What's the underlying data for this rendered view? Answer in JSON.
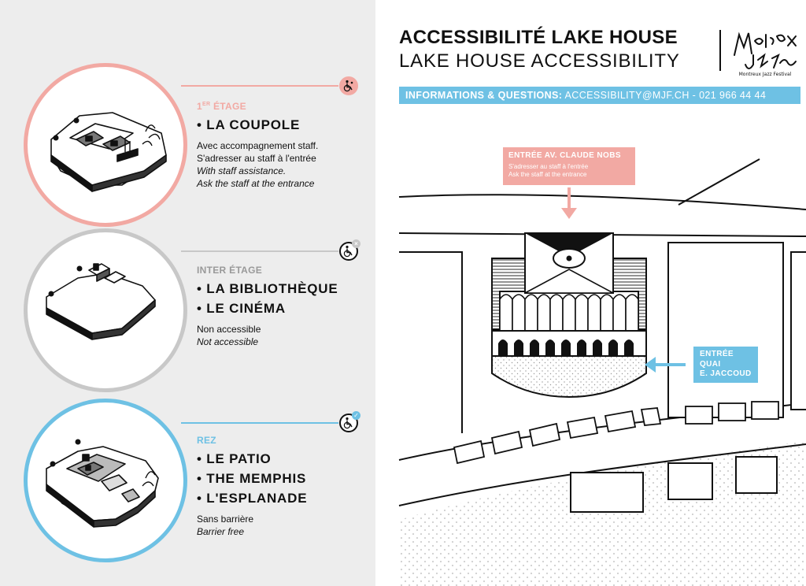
{
  "colors": {
    "pink": "#f2a9a3",
    "gray": "#c8c8c8",
    "blue": "#6ec1e4",
    "ink": "#111111",
    "panel": "#ededed"
  },
  "header": {
    "title_fr": "ACCESSIBILITÉ LAKE HOUSE",
    "title_en": "LAKE HOUSE ACCESSIBILITY",
    "logo_text": "Montreux Jazz Festival",
    "info_label": "INFORMATIONS & QUESTIONS:",
    "info_contact": "ACCESSIBILITY@MJF.CH - 021 966 44 44"
  },
  "floors": [
    {
      "level_main": "1",
      "level_sup": "ER",
      "level_rest": "ÉTAGE",
      "venues": [
        "• LA COUPOLE"
      ],
      "desc_fr": [
        "Avec accompagnement staff.",
        "S'adresser au staff à l'entrée"
      ],
      "desc_en": [
        "With staff assistance.",
        "Ask the staff at the entrance"
      ],
      "icon": "wheelchair-assisted-icon",
      "badge": ""
    },
    {
      "level_main": "",
      "level_sup": "",
      "level_rest": "INTER ÉTAGE",
      "venues": [
        "• LA BIBLIOTHÈQUE",
        "• LE CINÉMA"
      ],
      "desc_fr": [
        "Non accessible"
      ],
      "desc_en": [
        "Not accessible"
      ],
      "icon": "wheelchair-not-accessible-icon",
      "badge": "×"
    },
    {
      "level_main": "",
      "level_sup": "",
      "level_rest": "REZ",
      "venues": [
        "• LE PATIO",
        "• THE MEMPHIS",
        "• L'ESPLANADE"
      ],
      "desc_fr": [
        "Sans barrière"
      ],
      "desc_en": [
        "Barrier free"
      ],
      "icon": "wheelchair-accessible-icon",
      "badge": "✓"
    }
  ],
  "map": {
    "north_entrance": {
      "title": "ENTRÉE AV. CLAUDE NOBS",
      "sub_fr": "S'adresser au staff à l'entrée",
      "sub_en": "Ask the staff at the entrance"
    },
    "east_entrance": {
      "lines": [
        "ENTRÉE",
        "QUAI",
        "E. JACCOUD"
      ]
    }
  }
}
